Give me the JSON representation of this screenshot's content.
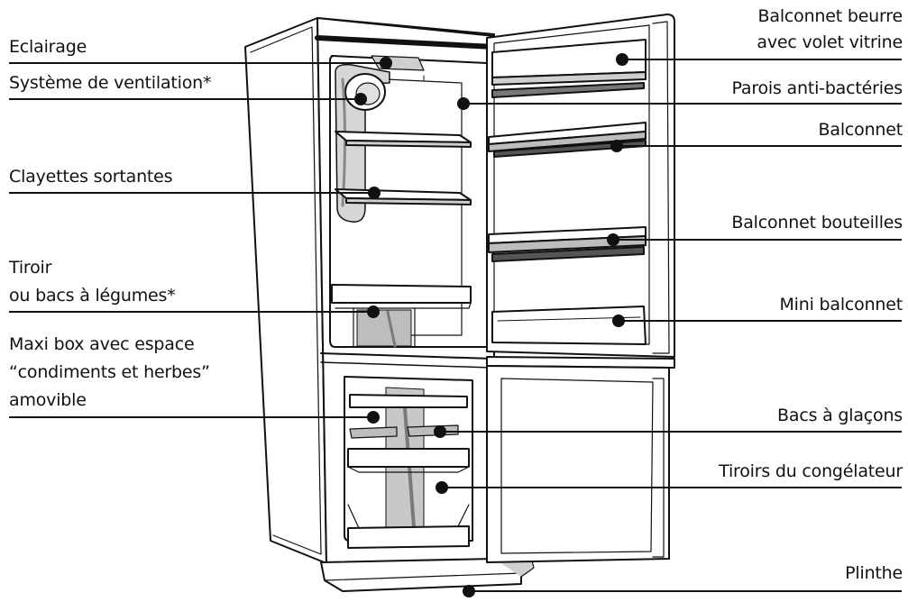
{
  "labels_left": [
    {
      "id": "eclairage",
      "text": "Eclairage"
    },
    {
      "id": "ventilation",
      "text": "Système de ventilation*"
    },
    {
      "id": "clayettes",
      "text": "Clayettes sortantes"
    },
    {
      "id": "tiroir_1",
      "text": "Tiroir"
    },
    {
      "id": "tiroir_2",
      "text": "ou bacs à légumes*"
    },
    {
      "id": "maxibox_1",
      "text": "Maxi box avec espace"
    },
    {
      "id": "maxibox_2",
      "text": "“condiments et herbes”"
    },
    {
      "id": "maxibox_3",
      "text": "amovible"
    }
  ],
  "labels_right": [
    {
      "id": "beurre_1",
      "text": "Balconnet beurre"
    },
    {
      "id": "beurre_2",
      "text": "avec volet vitrine"
    },
    {
      "id": "parois",
      "text": "Parois anti-bactéries"
    },
    {
      "id": "balconnet",
      "text": "Balconnet"
    },
    {
      "id": "bouteilles",
      "text": "Balconnet bouteilles"
    },
    {
      "id": "mini",
      "text": "Mini balconnet"
    },
    {
      "id": "glacons",
      "text": "Bacs à glaçons"
    },
    {
      "id": "tiroirs_cong",
      "text": "Tiroirs du congélateur"
    },
    {
      "id": "plinthe",
      "text": "Plinthe"
    }
  ],
  "colors": {
    "line": "#111111",
    "fridge_fill": "#ffffff",
    "shade": "#bdbdbd",
    "dark_shade": "#7a7a7a"
  }
}
